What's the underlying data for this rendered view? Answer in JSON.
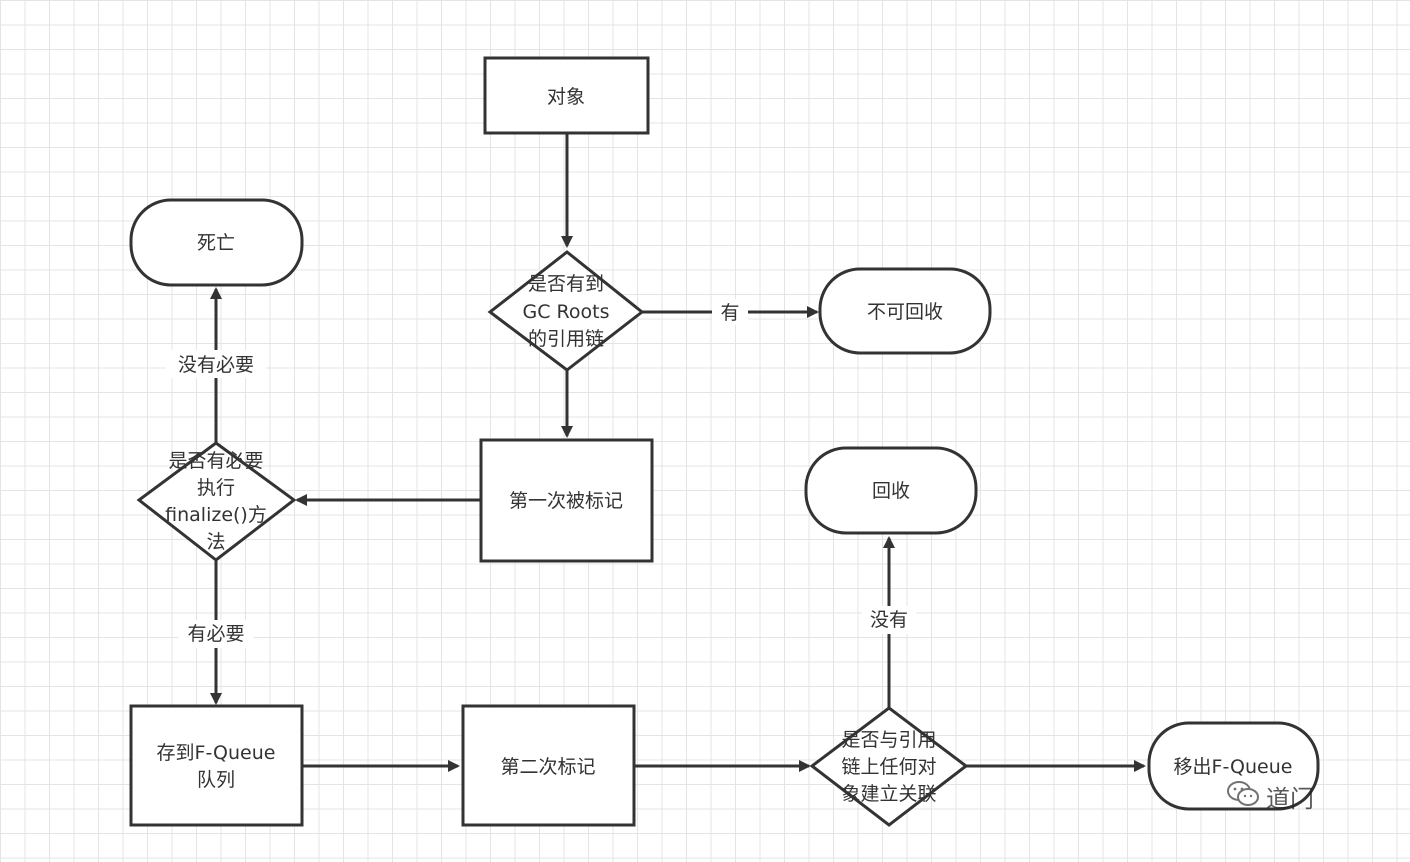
{
  "nodes": {
    "object": "对象",
    "gc_roots_check": [
      "是否有到",
      "GC Roots",
      "的引用链"
    ],
    "not_collectable": "不可回收",
    "dead": "死亡",
    "finalize_check": [
      "是否有必要",
      "执行",
      "finalize()方",
      "法"
    ],
    "first_mark": "第一次被标记",
    "collect": "回收",
    "store_fqueue": [
      "存到F-Queue",
      "队列"
    ],
    "second_mark": "第二次标记",
    "link_check": [
      "是否与引用",
      "链上任何对",
      "象建立关联"
    ],
    "remove_fqueue": "移出F-Queue"
  },
  "edge_labels": {
    "has": "有",
    "not_necessary": "没有必要",
    "necessary": "有必要",
    "none": "没有"
  },
  "watermark": {
    "text": "道门",
    "icon": "wechat-icon"
  },
  "colors": {
    "stroke": "#333333",
    "grid": "#e4e4e4",
    "background": "#ffffff"
  }
}
